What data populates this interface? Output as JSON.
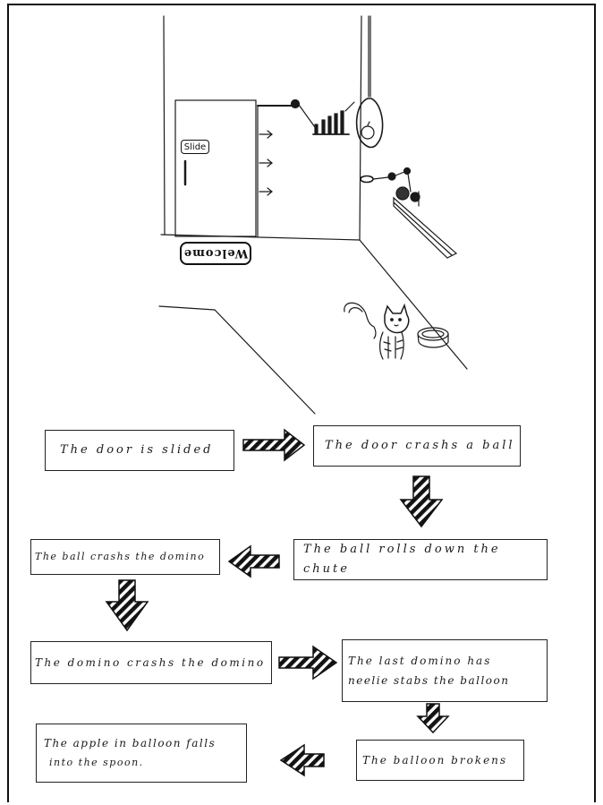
{
  "illustration": {
    "door_label": "Slide",
    "mat_text": "Welcome"
  },
  "steps": [
    {
      "id": 1,
      "text": "The door is slided"
    },
    {
      "id": 2,
      "text": "The door crashs a ball"
    },
    {
      "id": 3,
      "text": "The ball rolls down the chute"
    },
    {
      "id": 4,
      "text": "The ball crashs the domino"
    },
    {
      "id": 5,
      "text": "The domino crashs the domino"
    },
    {
      "id": 6,
      "text_line1": "The last domino has",
      "text_line2": "neelie stabs the balloon"
    },
    {
      "id": 7,
      "text": "The balloon brokens"
    },
    {
      "id": 8,
      "text_line1": "The apple in balloon falls",
      "text_line2": "into the spoon."
    }
  ]
}
